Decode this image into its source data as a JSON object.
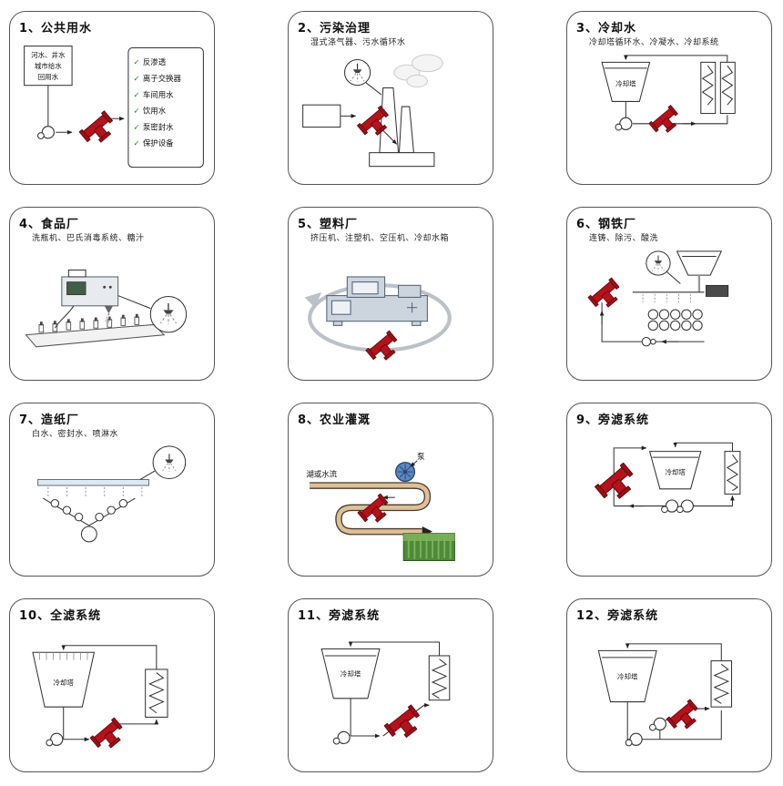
{
  "check_glyph": "✓",
  "colors": {
    "filter_red": "#b5121b",
    "pump_blue": "#5b87c5",
    "pipe_tan": "#dcc09a",
    "field_green": "#4f8a38",
    "check_green": "#1e7d1e",
    "machine_blue": "#ccd4de"
  },
  "panels": [
    {
      "title": "1、公共用水",
      "source_box": [
        "河水、井水",
        "城市给水",
        "回用水"
      ],
      "checklist": [
        "反渗透",
        "离子交换器",
        "车间用水",
        "饮用水",
        "泵密封水",
        "保护设备"
      ]
    },
    {
      "title": "2、污染治理",
      "subtitle": "湿式涤气器、污水循环水"
    },
    {
      "title": "3、冷却水",
      "subtitle": "冷却塔循环水、冷凝水、冷却系统",
      "tower_label": "冷却塔"
    },
    {
      "title": "4、食品厂",
      "subtitle": "洗瓶机、巴氏消毒系统、糖汁"
    },
    {
      "title": "5、塑料厂",
      "subtitle": "挤压机、注塑机、空压机、冷却水箱"
    },
    {
      "title": "6、钢铁厂",
      "subtitle": "连铸、除污、酸洗"
    },
    {
      "title": "7、造纸厂",
      "subtitle": "白水、密封水、喷淋水"
    },
    {
      "title": "8、农业灌溉",
      "water_label": "湖或水流",
      "pump_label": "泵"
    },
    {
      "title": "9、旁滤系统",
      "tower_label": "冷却塔"
    },
    {
      "title": "10、全滤系统",
      "tower_label": "冷却塔"
    },
    {
      "title": "11、旁滤系统",
      "tower_label": "冷却塔"
    },
    {
      "title": "12、旁滤系统",
      "tower_label": "冷却塔"
    }
  ]
}
